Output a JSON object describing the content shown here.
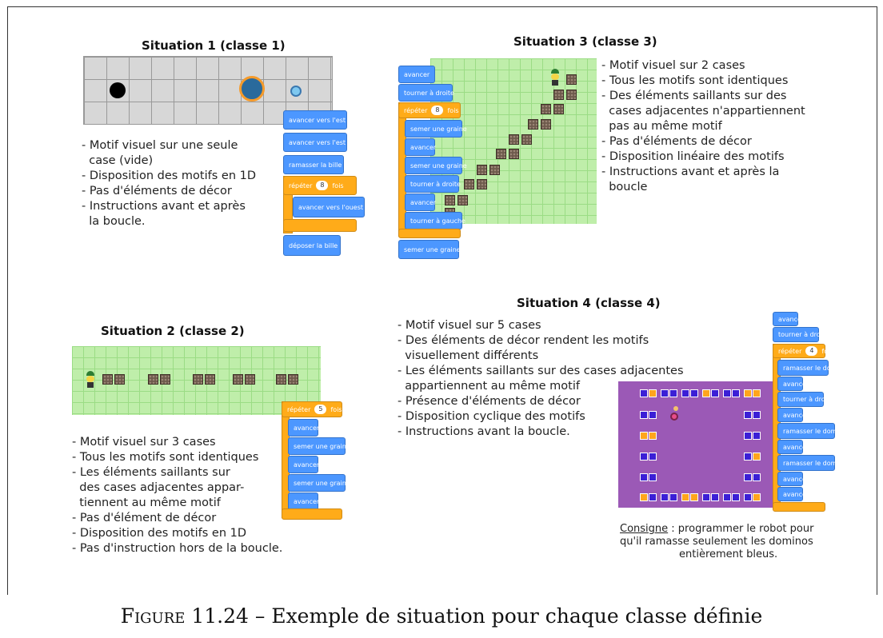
{
  "situation1": {
    "title": "Situation 1 (classe 1)",
    "bullets": [
      "- Motif visuel sur une seule",
      "  case (vide)",
      "- Disposition des motifs en 1D",
      "- Pas d'éléments de décor",
      "- Instructions avant et après",
      "  la boucle."
    ],
    "blocks": [
      "avancer vers l'est",
      "avancer vers l'est",
      "ramasser la bille",
      "répéter",
      "8",
      "fois",
      "avancer vers l'ouest",
      "déposer la bille"
    ]
  },
  "situation2": {
    "title": "Situation 2 (classe 2)",
    "bullets": [
      "- Motif visuel sur 3 cases",
      "- Tous les motifs sont identiques",
      "- Les éléments saillants sur",
      "  des cases adjacentes appar-",
      "  tiennent au même motif",
      "- Pas d'élément de décor",
      "- Disposition des motifs en 1D",
      "- Pas d'instruction hors de la boucle."
    ],
    "blocks": [
      "répéter",
      "5",
      "fois",
      "avancer",
      "semer une graine",
      "avancer",
      "semer une graine",
      "avancer"
    ]
  },
  "situation3": {
    "title": "Situation 3 (classe 3)",
    "bullets": [
      "- Motif visuel sur 2 cases",
      "- Tous les motifs sont identiques",
      "- Des éléments saillants sur des",
      "  cases adjacentes n'appartiennent",
      "  pas au même motif",
      "- Pas d'éléments de décor",
      "- Disposition linéaire des motifs",
      "- Instructions avant et après la",
      "  boucle"
    ],
    "blocks": [
      "avancer",
      "tourner à droite",
      "répéter",
      "8",
      "fois",
      "semer une graine",
      "avancer",
      "semer une graine",
      "tourner à droite",
      "avancer",
      "tourner à gauche",
      "semer une graine"
    ]
  },
  "situation4": {
    "title": "Situation 4 (classe 4)",
    "bullets": [
      "- Motif visuel sur 5 cases",
      "- Des éléments de décor rendent les motifs",
      "  visuellement différents",
      "- Les éléments saillants sur des cases adjacentes",
      "  appartiennent au même motif",
      "- Présence d'éléments de décor",
      "- Disposition cyclique des motifs",
      "- Instructions avant la boucle."
    ],
    "blocks": [
      "avancer",
      "tourner à droite",
      "répéter",
      "4",
      "fois",
      "ramasser le domino",
      "avancer",
      "tourner à droite",
      "avancer",
      "ramasser le domino",
      "avancer",
      "ramasser le domino",
      "avancer",
      "avancer"
    ],
    "consigne_label": "Consigne",
    "consigne_text": [
      " : programmer le robot pour",
      "qu'il ramasse seulement les dominos",
      "entièrement bleus."
    ]
  },
  "caption": {
    "label": "Figure 11.24",
    "text": " – Exemple de situation pour chaque classe définie"
  },
  "colors": {
    "motion_block": "#4c97ff",
    "control_block": "#ffab19",
    "grass": "#bfeeaa",
    "purple_board": "#9b59b6"
  }
}
